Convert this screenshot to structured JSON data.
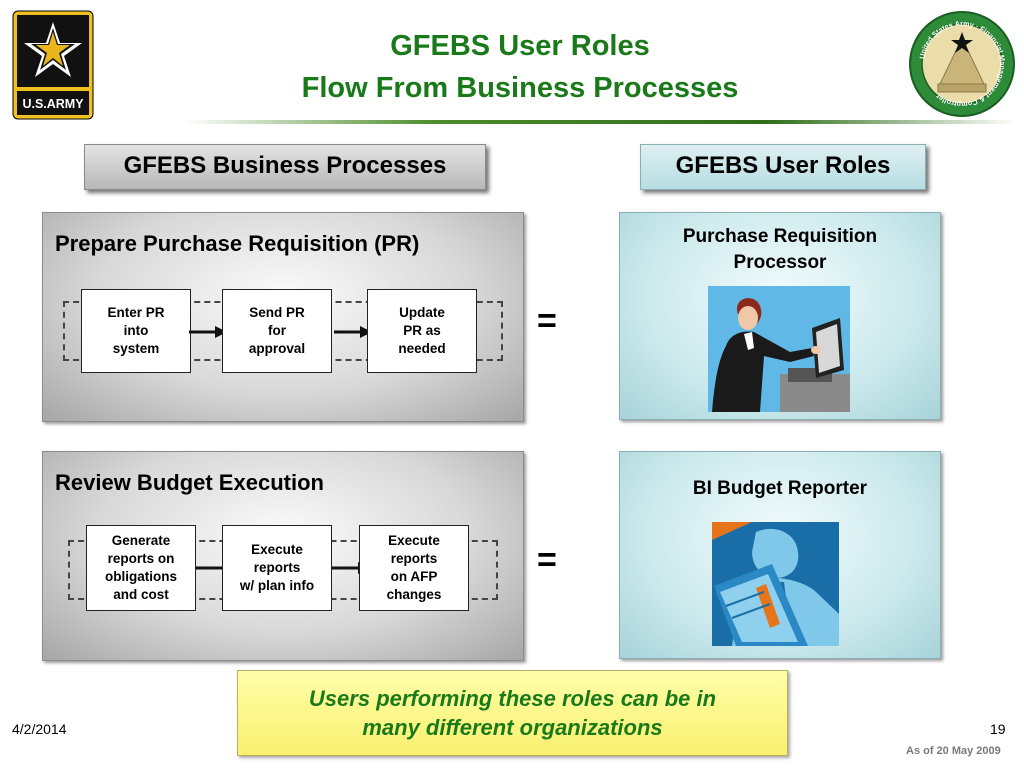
{
  "header": {
    "title_line1": "GFEBS User Roles",
    "title_line2": "Flow From Business Processes",
    "army_logo_text": "U.S.ARMY",
    "seal_text": "United States Army · Financial Management & Comptroller"
  },
  "sections": {
    "business_processes_label": "GFEBS Business Processes",
    "user_roles_label": "GFEBS User Roles"
  },
  "processes": [
    {
      "title": "Prepare Purchase Requisition (PR)",
      "steps": [
        "Enter PR\ninto\nsystem",
        "Send PR\nfor\napproval",
        "Update\nPR as\nneeded"
      ]
    },
    {
      "title": "Review Budget Execution",
      "steps": [
        "Generate\nreports on\nobligations\nand cost",
        "Execute\nreports\nw/ plan info",
        "Execute\nreports\non AFP\nchanges"
      ]
    }
  ],
  "roles": [
    {
      "title": "Purchase Requisition\nProcessor",
      "icon": "computer-user-icon"
    },
    {
      "title": "BI Budget Reporter",
      "icon": "report-reader-icon"
    }
  ],
  "equals_symbol": "=",
  "note": "Users performing these roles can be in\nmany different organizations",
  "footer": {
    "date": "4/2/2014",
    "page": "19",
    "as_of": "As of 20 May 2009"
  },
  "colors": {
    "title_green": "#1a7a1a",
    "army_black": "#111111",
    "army_gold": "#e8b61a",
    "role_panel": "#cbe9ec",
    "note_yellow": "#ffffa8"
  }
}
